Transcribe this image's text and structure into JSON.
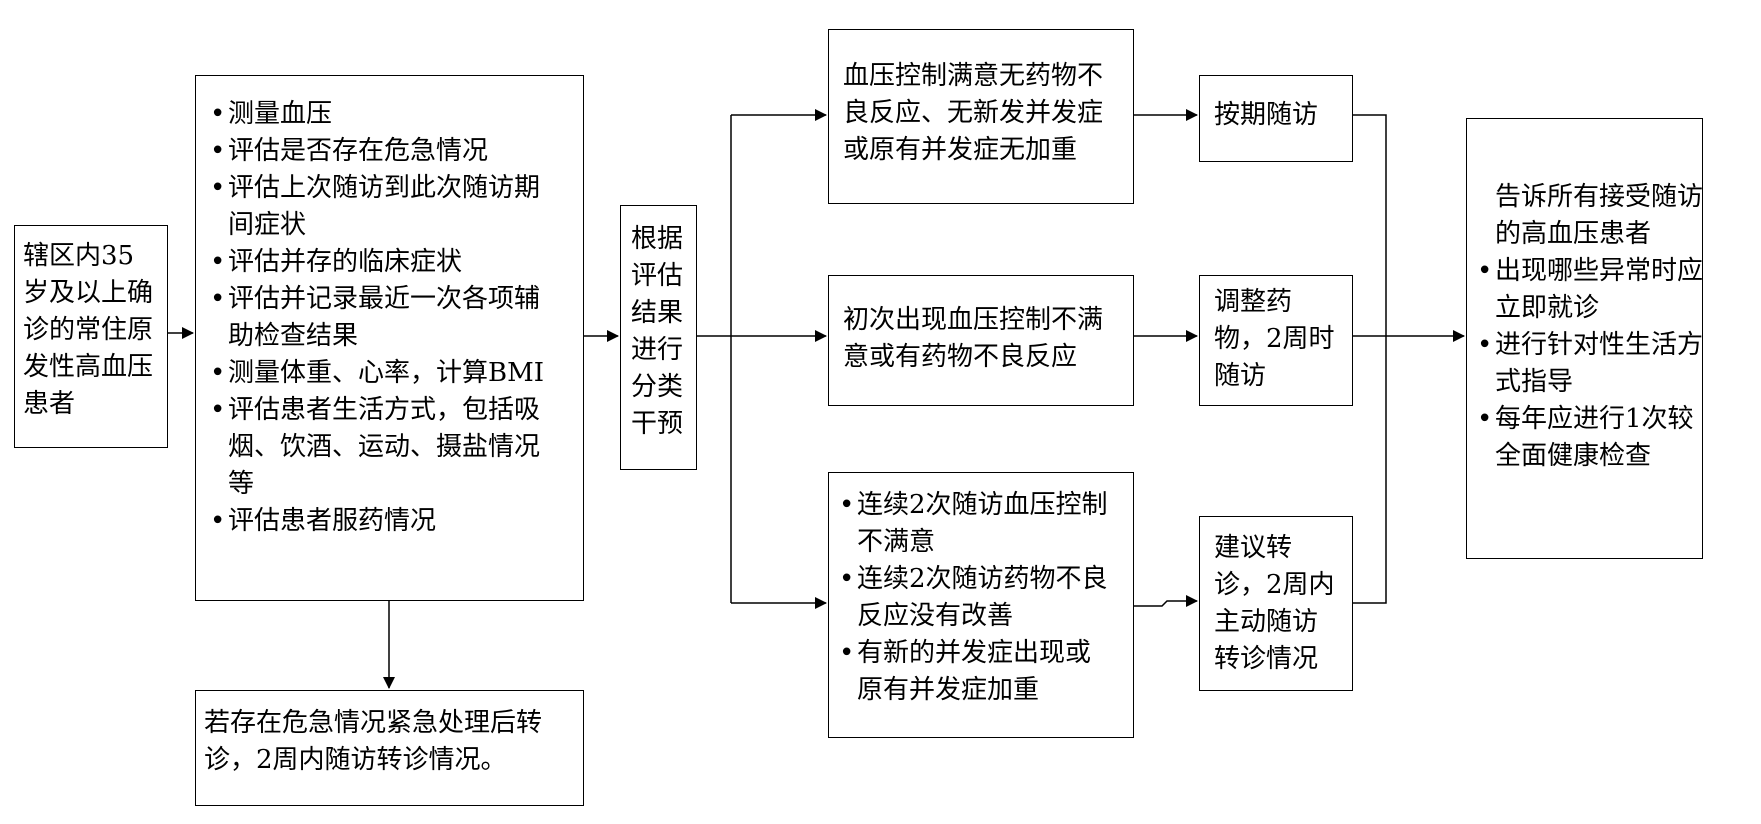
{
  "start_box": {
    "lines": [
      "辖区内35",
      "岁及以上确",
      "诊的常住原",
      "发性高血压",
      "患者"
    ]
  },
  "assessment_box": {
    "items": [
      [
        "测量血压"
      ],
      [
        "评估是否存在危急情况"
      ],
      [
        "评估上次随访到此次随访期",
        "间症状"
      ],
      [
        "评估并存的临床症状"
      ],
      [
        "评估并记录最近一次各项辅",
        "助检查结果"
      ],
      [
        "测量体重、心率，计算BMI"
      ],
      [
        "评估患者生活方式，包括吸",
        "烟、饮酒、运动、摄盐情况",
        "等"
      ],
      [
        "评估患者服药情况"
      ]
    ]
  },
  "emergency_box": {
    "lines": [
      "若存在危急情况紧急处理后转",
      "诊，2周内随访转诊情况。"
    ]
  },
  "classify_box": {
    "lines": [
      "根据",
      "评估",
      "结果",
      "进行",
      "分类",
      "干预"
    ]
  },
  "condition_1": {
    "lines": [
      "血压控制满意无药物不",
      "良反应、无新发并发症",
      "或原有并发症无加重"
    ]
  },
  "condition_2": {
    "lines": [
      "初次出现血压控制不满",
      "意或有药物不良反应"
    ]
  },
  "condition_3": {
    "items": [
      [
        "连续2次随访血压控制",
        "不满意"
      ],
      [
        "连续2次随访药物不良",
        "反应没有改善"
      ],
      [
        "有新的并发症出现或",
        "原有并发症加重"
      ]
    ]
  },
  "action_1": {
    "lines": [
      "按期随访"
    ]
  },
  "action_2": {
    "lines": [
      "调整药",
      "物，2周时",
      "随访"
    ]
  },
  "action_3": {
    "lines": [
      "建议转",
      "诊，2周内",
      "主动随访",
      "转诊情况"
    ]
  },
  "final_box": {
    "intro": [
      "告诉所有接受随访",
      "的高血压患者"
    ],
    "items": [
      [
        "出现哪些异常时应",
        "立即就诊"
      ],
      [
        "进行针对性生活方",
        "式指导"
      ],
      [
        "每年应进行1次较",
        "全面健康检查"
      ]
    ]
  },
  "bullet_symbol": "•"
}
